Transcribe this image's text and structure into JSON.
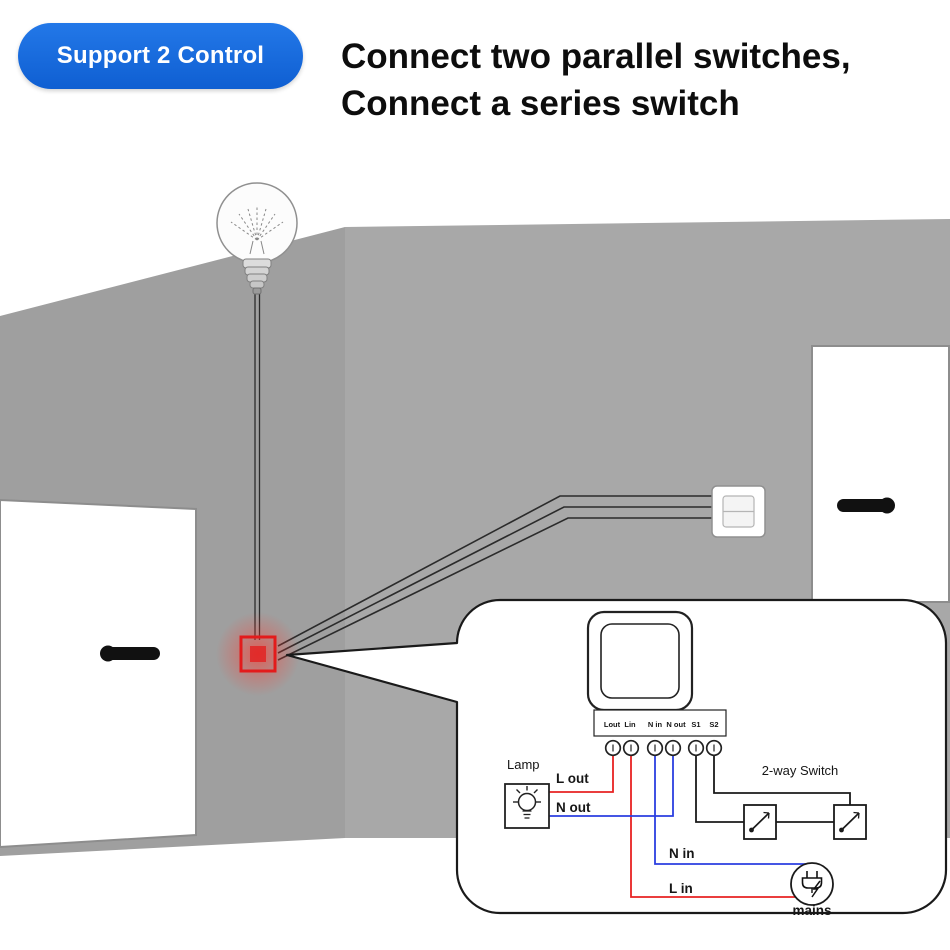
{
  "badge": {
    "label": "Support 2 Control"
  },
  "heading": {
    "line1": "Connect two parallel switches,",
    "line2": "Connect a series switch"
  },
  "colors": {
    "badge_blue": "#1568dc",
    "wall_gray": "#a8a8a8",
    "glow_red": "#e31b1b",
    "wire_red": "#e82222",
    "wire_blue": "#2b3fe0",
    "wire_black": "#1a1a1a"
  },
  "callout": {
    "device_terminals": [
      "Lout",
      "Lin",
      "N in",
      "N out",
      "S1",
      "S2"
    ],
    "labels": {
      "lamp": "Lamp",
      "l_out": "L out",
      "n_out": "N out",
      "two_way_switch": "2-way Switch",
      "n_in": "N in",
      "l_in": "L in",
      "mains": "mains"
    }
  },
  "icons": {
    "lamp_symbol": "incandescent-lamp-icon",
    "mains_symbol": "plug-with-lightning-icon",
    "switch_symbol": "two-way-switch-icon",
    "bulb": "hanging-light-bulb-icon"
  }
}
